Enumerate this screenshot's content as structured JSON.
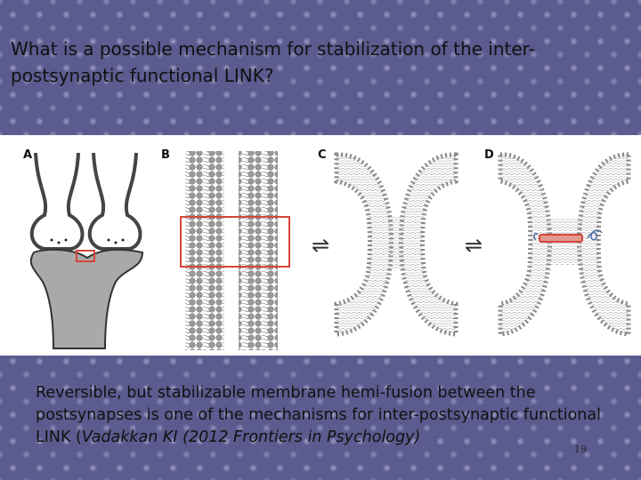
{
  "slide": {
    "title": "What is a possible mechanism for stabilization of the inter-postsynaptic functional LINK?",
    "caption_pre": "Reversible, but stabilizable membrane hemi-fusion between the postsynapses is one of the mechanisms for inter-postsynaptic functional LINK (",
    "caption_citation": "Vadakkan KI (2012 Frontiers in Psychology)",
    "slide_number": "19"
  },
  "figure": {
    "panel_labels": [
      "A",
      "B",
      "C",
      "D"
    ],
    "equilibrium_symbol": "⇌",
    "highlight_color": "#d6453a",
    "background_color": "#5b5b8f"
  }
}
